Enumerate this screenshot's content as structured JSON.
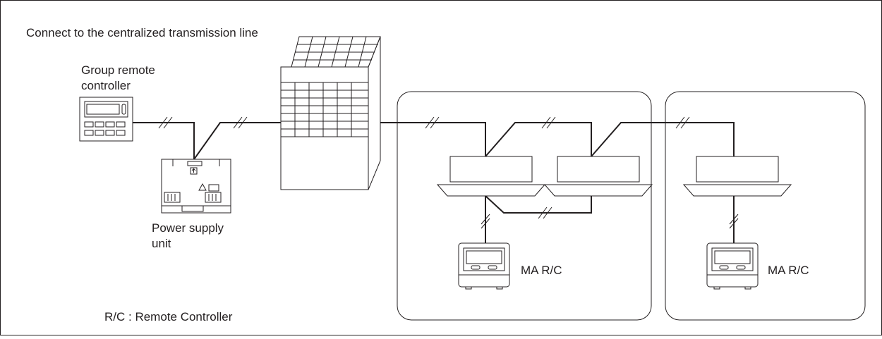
{
  "title": "Connect to the centralized transmission line",
  "group_rc_label": [
    "Group remote",
    "controller"
  ],
  "psu_label": [
    "Power supply",
    "unit"
  ],
  "ma_rc_label_1": "MA R/C",
  "ma_rc_label_2": "MA R/C",
  "legend": "R/C : Remote Controller",
  "colors": {
    "line": "#231f20",
    "background": "#ffffff"
  }
}
